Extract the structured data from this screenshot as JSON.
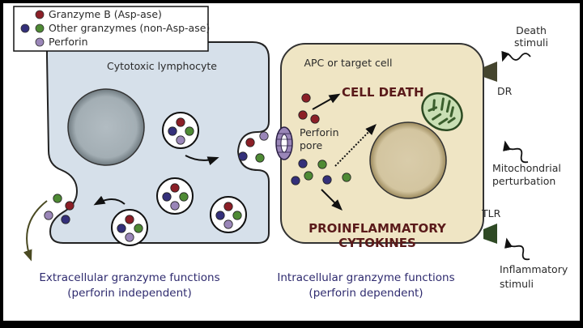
{
  "legend": {
    "items": [
      {
        "label": "Granzyme B (Asp-ase)",
        "colors": [
          "#8b1f27"
        ]
      },
      {
        "label": "Other granzymes (non-Asp-ase)",
        "colors": [
          "#34307a",
          "#4e8a34"
        ]
      },
      {
        "label": "Perforin",
        "colors": [
          "#9a86b8"
        ]
      }
    ]
  },
  "colors": {
    "granzyme_b": "#8b1f27",
    "other_blue": "#34307a",
    "other_green": "#4e8a34",
    "perforin": "#9a86b8",
    "lymphocyte_fill": "#d6e0ea",
    "target_fill": "#efe5c4",
    "receptor_dr": "#45452e",
    "receptor_tlr": "#2f4a25",
    "mito_fill": "#c9dfb4",
    "mito_stroke": "#3a5e2c",
    "title_text": "#2e2a6e",
    "outcome_text": "#5a1a1a"
  },
  "cells": {
    "lymphocyte_label": "Cytotoxic lymphocyte",
    "target_label": "APC or target cell"
  },
  "labels": {
    "perforin_pore_1": "Perforin",
    "perforin_pore_2": "pore",
    "cell_death": "CELL DEATH",
    "proinflammatory_1": "PROINFLAMMATORY",
    "proinflammatory_2": "CYTOKINES",
    "death_stimuli_1": "Death",
    "death_stimuli_2": "stimuli",
    "dr": "DR",
    "mito_1": "Mitochondrial",
    "mito_2": "perturbation",
    "tlr": "TLR",
    "inflam_1": "Inflammatory",
    "inflam_2": "stimuli"
  },
  "captions": {
    "extracellular_1": "Extracellular granzyme functions",
    "extracellular_2": "(perforin independent)",
    "intracellular_1": "Intracellular granzyme functions",
    "intracellular_2": "(perforin dependent)"
  }
}
